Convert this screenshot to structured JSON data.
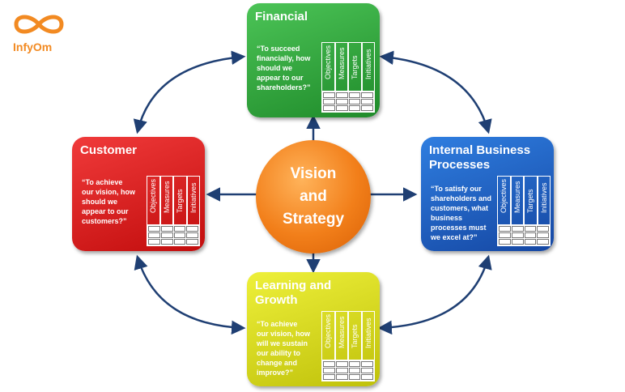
{
  "logo": {
    "text": "InfyOm",
    "color": "#f28a22"
  },
  "center": {
    "text": "Vision\nand\nStrategy",
    "color": "#f27f1a"
  },
  "grid_headers": [
    "Objectives",
    "Measures",
    "Targets",
    "Initiatives"
  ],
  "boxes": [
    {
      "key": "financial",
      "title": "Financial",
      "question": "“To succeed\nfinancially, how\nshould we\nappear to our\nshareholders?”",
      "color": "#2fa83a"
    },
    {
      "key": "customer",
      "title": "Customer",
      "question": "“To achieve\nour vision, how\nshould we\nappear to our\ncustomers?”",
      "color": "#e01818"
    },
    {
      "key": "internal",
      "title": "Internal Business\nProcesses",
      "question": "“To satisfy our\nshareholders and\ncustomers, what\nbusiness\nprocesses must\nwe excel at?”",
      "color": "#1d5fc4"
    },
    {
      "key": "learning",
      "title": "Learning and\nGrowth",
      "question": "“To achieve\nour vision, how\nwill we sustain\nour ability to\nchange and\nimprove?”",
      "color": "#d8da10"
    }
  ]
}
